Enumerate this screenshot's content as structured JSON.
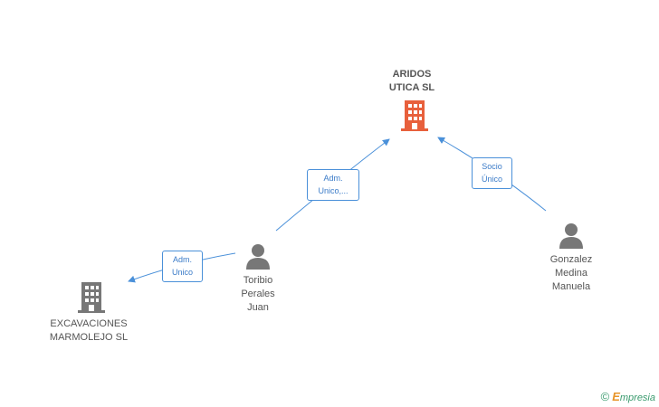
{
  "nodes": {
    "aridos": {
      "label": "ARIDOS\nUTICA SL",
      "color": "#e8603c"
    },
    "excavaciones": {
      "label": "EXCAVACIONES\nMARMOLEJO SL",
      "color": "#777777"
    },
    "toribio": {
      "label": "Toribio\nPerales\nJuan",
      "color": "#777777"
    },
    "gonzalez": {
      "label": "Gonzalez\nMedina\nManuela",
      "color": "#777777"
    }
  },
  "edges": {
    "toribio_aridos": "Adm.\nUnico,...",
    "gonzalez_aridos": "Socio\nÚnico",
    "toribio_excavaciones": "Adm.\nUnico"
  },
  "colors": {
    "edge": "#4a90d9"
  },
  "footer": {
    "copyright": "©",
    "brand_initial": "E",
    "brand_rest": "mpresia"
  }
}
